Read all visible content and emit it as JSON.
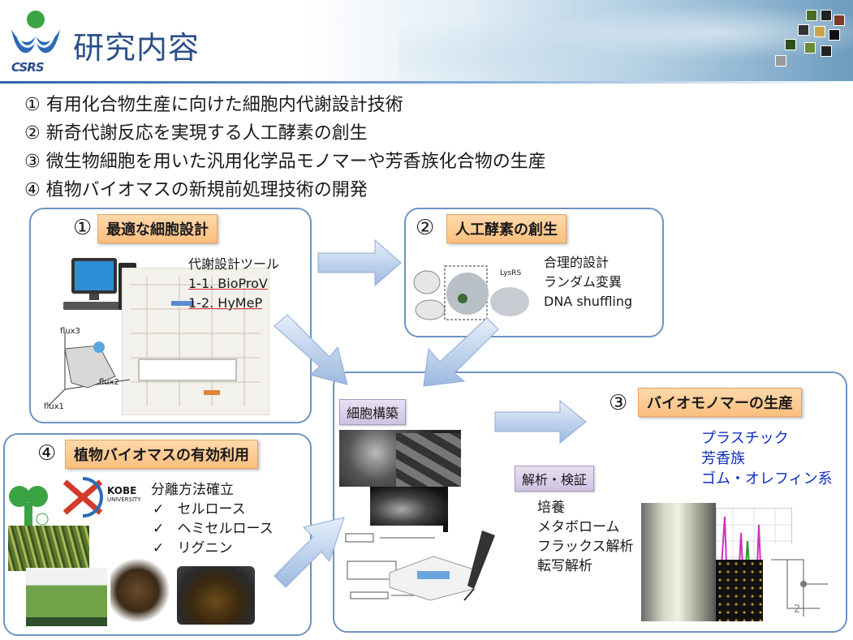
{
  "header": {
    "title": "研究内容",
    "logo_text": "CSRS"
  },
  "items": [
    "① 有用化合物生産に向けた細胞内代謝設計技術",
    "② 新奇代謝反応を実現する人工酵素の創生",
    "③ 微生物細胞を用いた汎用化学品モノマーや芳香族化合物の生産",
    "④ 植物バイオマスの新規前処理技術の開発"
  ],
  "box1": {
    "num": "①",
    "label": "最適な細胞設計",
    "lines": [
      "代謝設計ツール",
      "1-1. BioProV",
      "1-2. HyMeP"
    ],
    "axes": {
      "x": "flux3",
      "y": "flux2",
      "z": "flux1"
    }
  },
  "box2": {
    "num": "②",
    "label": "人工酵素の創生",
    "lines": [
      "合理的設計",
      "ランダム変異",
      "DNA shuffling"
    ],
    "protein_label": "LysRS"
  },
  "box3": {
    "num": "③",
    "label": "バイオモノマーの生産",
    "cell_label": "細胞構築",
    "analysis_label": "解析・検証",
    "analysis_lines": [
      "培養",
      "メタボローム",
      "フラックス解析",
      "転写解析"
    ],
    "products": [
      "プラスチック",
      "芳香族",
      "ゴム・オレフィン系"
    ]
  },
  "box4": {
    "num": "④",
    "label": "植物バイオマスの有効利用",
    "heading": "分離方法確立",
    "checks": [
      "セルロース",
      "ヘミセルロース",
      "リグニン"
    ],
    "kobe_logo": "KOBE",
    "kobe_sub": "UNIVERSITY"
  },
  "page_number": "2",
  "colors": {
    "title": "#2a4f8a",
    "box_border": "#6f93c2",
    "orange_label": "#fbbf7e",
    "purple_label": "#cdc3e2",
    "product_text": "#1030c0"
  }
}
